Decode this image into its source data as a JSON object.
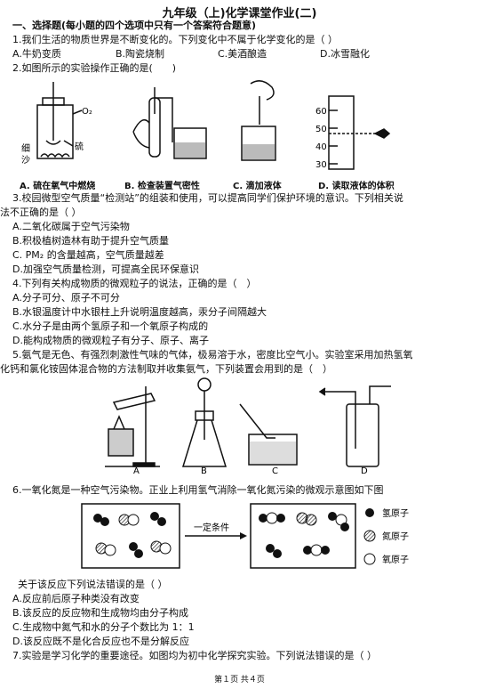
{
  "title": "九年级（上)化学课堂作业(二)",
  "section1": "一、选择题(每小题的四个选项中只有一个答案符合题意)",
  "q1": {
    "stem": "1.我们生活的物质世界是不断变化的。下列变化中不属于化学变化的是（ ）",
    "options": [
      "A.牛奶变质",
      "B.陶瓷烧制",
      "C.美酒酿造",
      "D.冰雪融化"
    ]
  },
  "q2": {
    "stem": "2.如图所示的实验操作正确的是(　　)",
    "fig_labels": {
      "o2": "O₂",
      "sulfur": "硫",
      "sand1": "细",
      "sand2": "沙",
      "ticks": [
        "60",
        "50",
        "40",
        "30"
      ]
    },
    "captions": [
      "A. 硫在氧气中燃烧",
      "B. 检查装置气密性",
      "C. 滴加液体",
      "D. 读取液体的体积"
    ]
  },
  "q3": {
    "stem1": "3.校园微型空气质量“检测站”的组装和使用，可以提高同学们保护环境的意识。下列相关说",
    "stem2": "法不正确的是（ ）",
    "options": [
      "A.二氧化碳属于空气污染物",
      "B.积极植树造林有助于提升空气质量",
      "C.  PM₂    的含量越高，空气质量越差",
      "D.加强空气质量检测，可提高全民环保意识"
    ]
  },
  "q4": {
    "stem": "4.下列有关构成物质的微观粒子的说法，正确的是（　）",
    "options": [
      "A.分子可分、原子不可分",
      "B.水银温度计中水银柱上升说明温度越高，汞分子间隔越大",
      "C.水分子是由两个氢原子和一个氧原子构成的",
      "D.能构成物质的微观粒子有分子、原子、离子"
    ]
  },
  "q5": {
    "stem1": "5.氨气是无色、有强烈刺激性气味的气体，极易溶于水，密度比空气小。实验室采用加热氢氧",
    "stem2": "化钙和氯化铵固体混合物的方法制取并收集氨气，下列装置会用到的是（　）",
    "labels": [
      "A",
      "B",
      "C",
      "D"
    ]
  },
  "q6": {
    "stem": "6.一氧化氮是一种空气污染物。正业上利用氢气消除一氧化氮污染的微观示意图如下图",
    "condition": "一定条件",
    "legend": [
      "氢原子",
      "氮原子",
      "氧原子"
    ],
    "sub": "关于该反应下列说法错误的是（ ）",
    "options": [
      "A.反应前后原子种类没有改变",
      "B.该反应的反应物和生成物均由分子构成",
      "C.生成物中氮气和水的分子个数比为 1：1",
      "D.该反应既不是化合反应也不是分解反应"
    ]
  },
  "q7": {
    "stem": "7.实验是学习化学的重要途径。如图均为初中化学探究实验。下列说法错误的是（ ）"
  },
  "footer": "第１页 共４页"
}
